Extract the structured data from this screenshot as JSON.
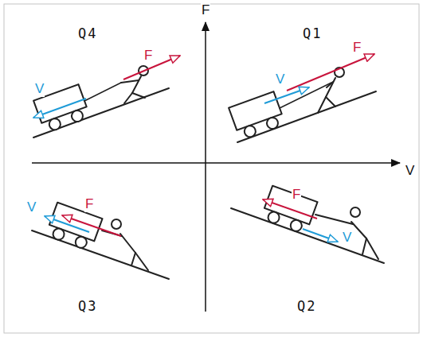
{
  "diagram": {
    "labels": [
      "F",
      "Q4",
      "Q1",
      "F",
      "V",
      "F",
      "V",
      "V",
      "V",
      "F",
      "F",
      "V",
      "Q3",
      "Q2"
    ]
  }
}
